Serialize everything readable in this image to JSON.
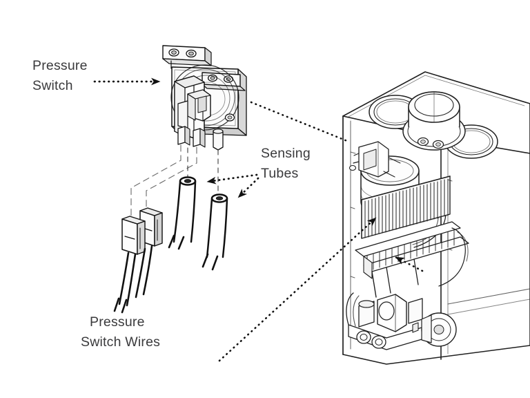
{
  "figure": {
    "title": "Pressure switch and sensing tubes exploded assembly diagram",
    "background_color": "#ffffff",
    "line_color": "#1a1a1a",
    "text_color": "#3a3a3c",
    "fill_light": "#f7f7f7",
    "fill_shade": "#e2e2e2",
    "fill_dark": "#c9c9c9"
  },
  "labels": {
    "pressure_switch": {
      "line1": "Pressure",
      "line2": "Switch"
    },
    "sensing_tubes": {
      "line1": "Sensing",
      "line2": "Tubes"
    },
    "pressure_switch_wires": {
      "line1": "Pressure",
      "line2": "Switch Wires"
    }
  },
  "callouts": [
    {
      "name": "pressure-switch-callout",
      "target": "pressure switch body",
      "style": "dotted-with-arrowhead"
    },
    {
      "name": "sensing-tube-left-callout",
      "target": "left sensing tube opening",
      "style": "dotted-with-arrowhead"
    },
    {
      "name": "sensing-tube-right-callout",
      "target": "right sensing tube opening",
      "style": "dotted-with-arrowhead"
    },
    {
      "name": "switch-location-callout",
      "target": "boiler interior upper left",
      "style": "dotted-long-leader"
    },
    {
      "name": "heat-exchanger-callout",
      "target": "boiler heat exchanger",
      "style": "dotted-with-arrowhead"
    }
  ],
  "components": {
    "pressure_switch": {
      "name": "pressure-switch",
      "features": [
        "mounting plate",
        "diaphragm housing",
        "two mounting tabs with screw holes",
        "electrical terminal blades",
        "pressure port stub"
      ]
    },
    "sensing_tubes": {
      "name": "sensing-tubes",
      "count": 2,
      "features": [
        "open elliptical top",
        "break marks"
      ]
    },
    "wires": {
      "name": "pressure-switch-wires",
      "count": 2,
      "features": [
        "spade connector housings",
        "trailing wire leads",
        "break marks"
      ]
    },
    "boiler": {
      "name": "boiler-cutaway",
      "features": [
        "top plate with three circular flue openings",
        "fan blower assembly",
        "combustion chamber",
        "finned heat exchanger",
        "burner manifold rails",
        "gas valve",
        "circulation pump"
      ]
    }
  }
}
